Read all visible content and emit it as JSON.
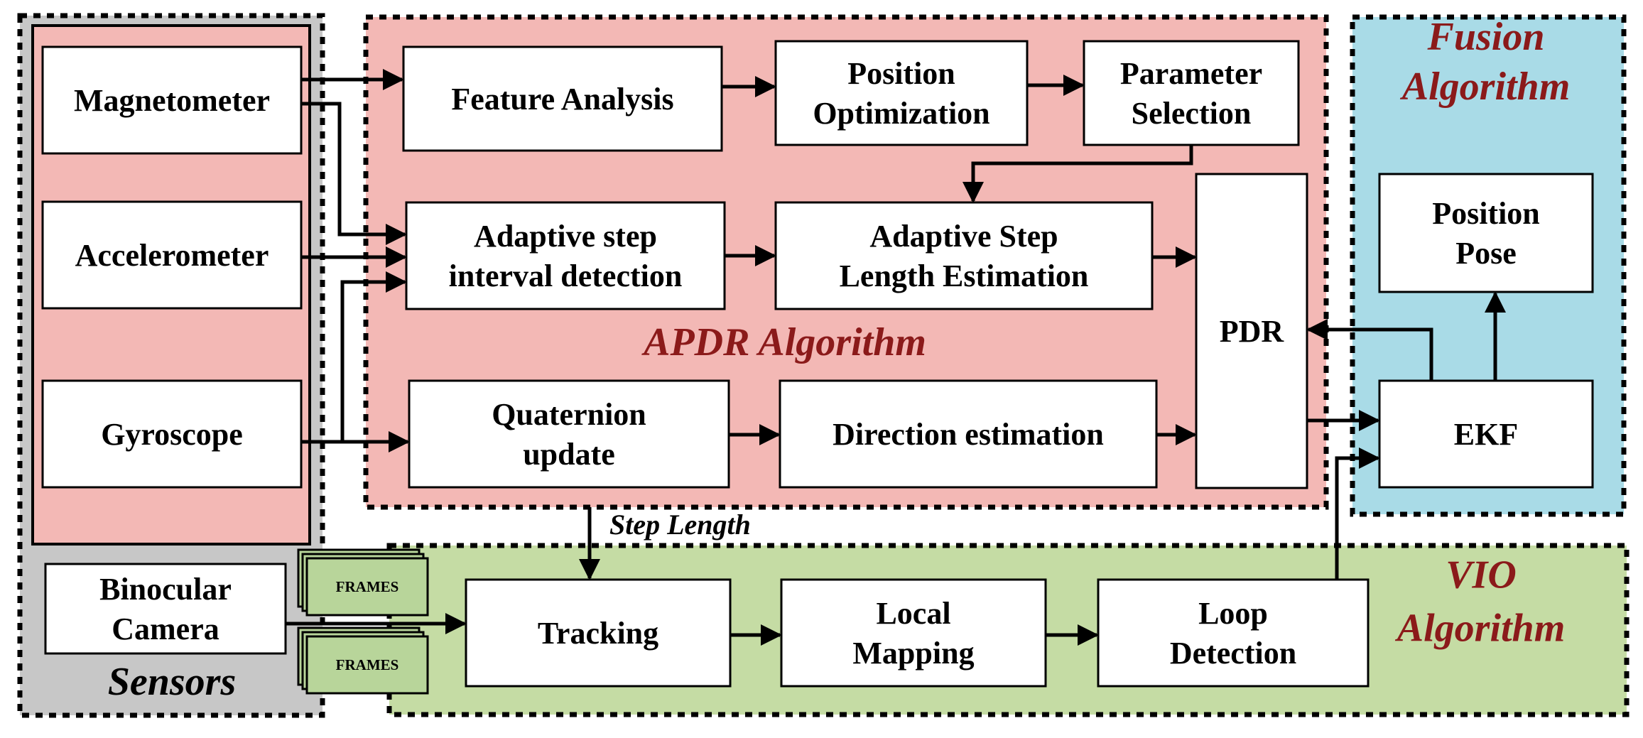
{
  "colors": {
    "sensors_bg": "#c7c7c7",
    "imu_bg": "#f3b8b5",
    "apdr_bg": "#f3b8b5",
    "apdr_title": "#8b1a1a",
    "fusion_bg": "#a9dbe7",
    "vio_bg": "#c5dca4",
    "frames_bg": "#b8d59a",
    "box_bg": "#ffffff",
    "stroke": "#000000"
  },
  "groups": {
    "sensors": [
      "Sensors"
    ],
    "apdr": [
      "APDR Algorithm"
    ],
    "fusion": [
      "Fusion",
      "Algorithm"
    ],
    "vio": [
      "VIO",
      "Algorithm"
    ]
  },
  "boxes": {
    "magnetometer": [
      "Magnetometer"
    ],
    "accelerometer": [
      "Accelerometer"
    ],
    "gyroscope": [
      "Gyroscope"
    ],
    "binocular_camera": [
      "Binocular",
      "Camera"
    ],
    "feature_analysis": [
      "Feature Analysis"
    ],
    "position_optimization": [
      "Position",
      "Optimization"
    ],
    "parameter_selection": [
      "Parameter",
      "Selection"
    ],
    "adaptive_step_interval": [
      "Adaptive step",
      "interval detection"
    ],
    "adaptive_step_length": [
      "Adaptive Step",
      "Length Estimation"
    ],
    "quaternion_update": [
      "Quaternion",
      "update"
    ],
    "direction_estimation": [
      "Direction estimation"
    ],
    "pdr": [
      "PDR"
    ],
    "position_pose": [
      "Position",
      "Pose"
    ],
    "ekf": [
      "EKF"
    ],
    "tracking": [
      "Tracking"
    ],
    "local_mapping": [
      "Local",
      "Mapping"
    ],
    "loop_detection": [
      "Loop",
      "Detection"
    ]
  },
  "frames_label": "FRAMES",
  "step_length_label": "Step Length"
}
